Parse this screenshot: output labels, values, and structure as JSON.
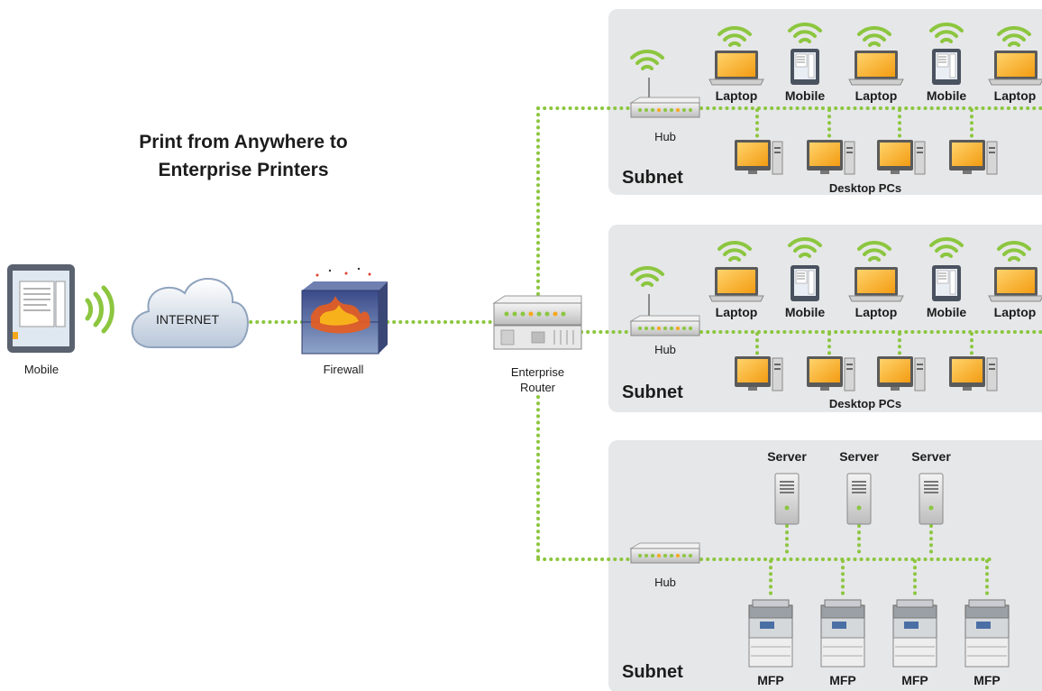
{
  "title_line1": "Print from Anywhere to",
  "title_line2": "Enterprise Printers",
  "mobile_label": "Mobile",
  "internet_label": "INTERNET",
  "firewall_label": "Firewall",
  "router_label_line1": "Enterprise",
  "router_label_line2": "Router",
  "subnets": [
    {
      "title": "Subnet",
      "hub_label": "Hub",
      "wireless": [
        "Laptop",
        "Mobile",
        "Laptop",
        "Mobile",
        "Laptop"
      ],
      "desktops_label": "Desktop PCs"
    },
    {
      "title": "Subnet",
      "hub_label": "Hub",
      "wireless": [
        "Laptop",
        "Mobile",
        "Laptop",
        "Mobile",
        "Laptop"
      ],
      "desktops_label": "Desktop PCs"
    },
    {
      "title": "Subnet",
      "hub_label": "Hub",
      "servers": [
        "Server",
        "Server",
        "Server"
      ],
      "mfps": [
        "MFP",
        "MFP",
        "MFP",
        "MFP"
      ]
    }
  ],
  "colors": {
    "link": "#8cc63f",
    "panel": "#e6e7e8",
    "screen": "#f7a81b",
    "signal": "#8cc63f"
  }
}
